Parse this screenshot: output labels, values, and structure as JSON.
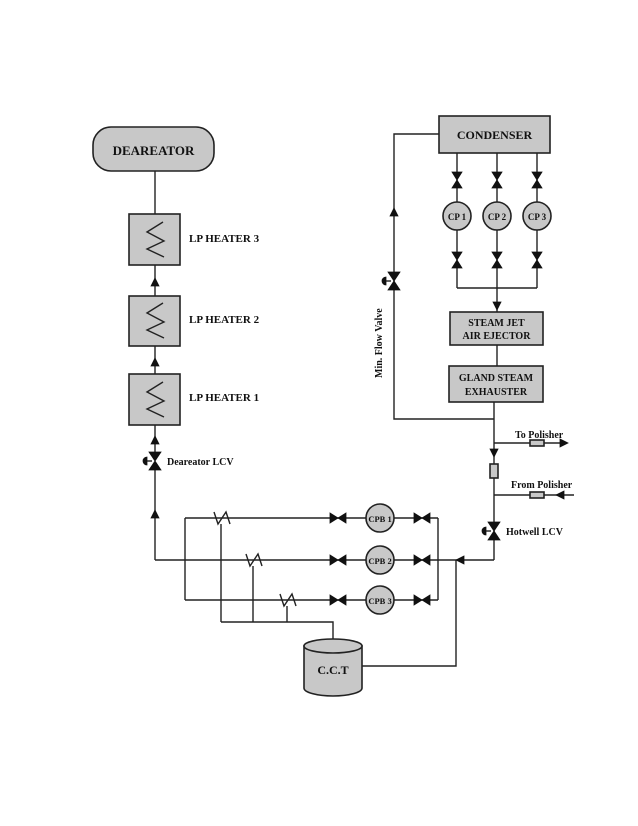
{
  "equipment": {
    "deareator": "DEAREATOR",
    "lp_heater_3": "LP HEATER 3",
    "lp_heater_2": "LP HEATER 2",
    "lp_heater_1": "LP HEATER 1",
    "condenser": "CONDENSER",
    "cp1": "CP 1",
    "cp2": "CP 2",
    "cp3": "CP 3",
    "steam_jet_line1": "STEAM JET",
    "steam_jet_line2": "AIR EJECTOR",
    "gland_line1": "GLAND STEAM",
    "gland_line2": "EXHAUSTER",
    "cpb1": "CPB 1",
    "cpb2": "CPB 2",
    "cpb3": "CPB 3",
    "cct": "C.C.T"
  },
  "labels": {
    "deareator_lcv": "Deareator LCV",
    "hotwell_lcv": "Hotwell LCV",
    "min_flow_valve": "Min. Flow Valve",
    "to_polisher": "To Polisher",
    "from_polisher": "From Polisher"
  },
  "colors": {
    "fill": "#c8c8c8",
    "line": "#222222"
  }
}
